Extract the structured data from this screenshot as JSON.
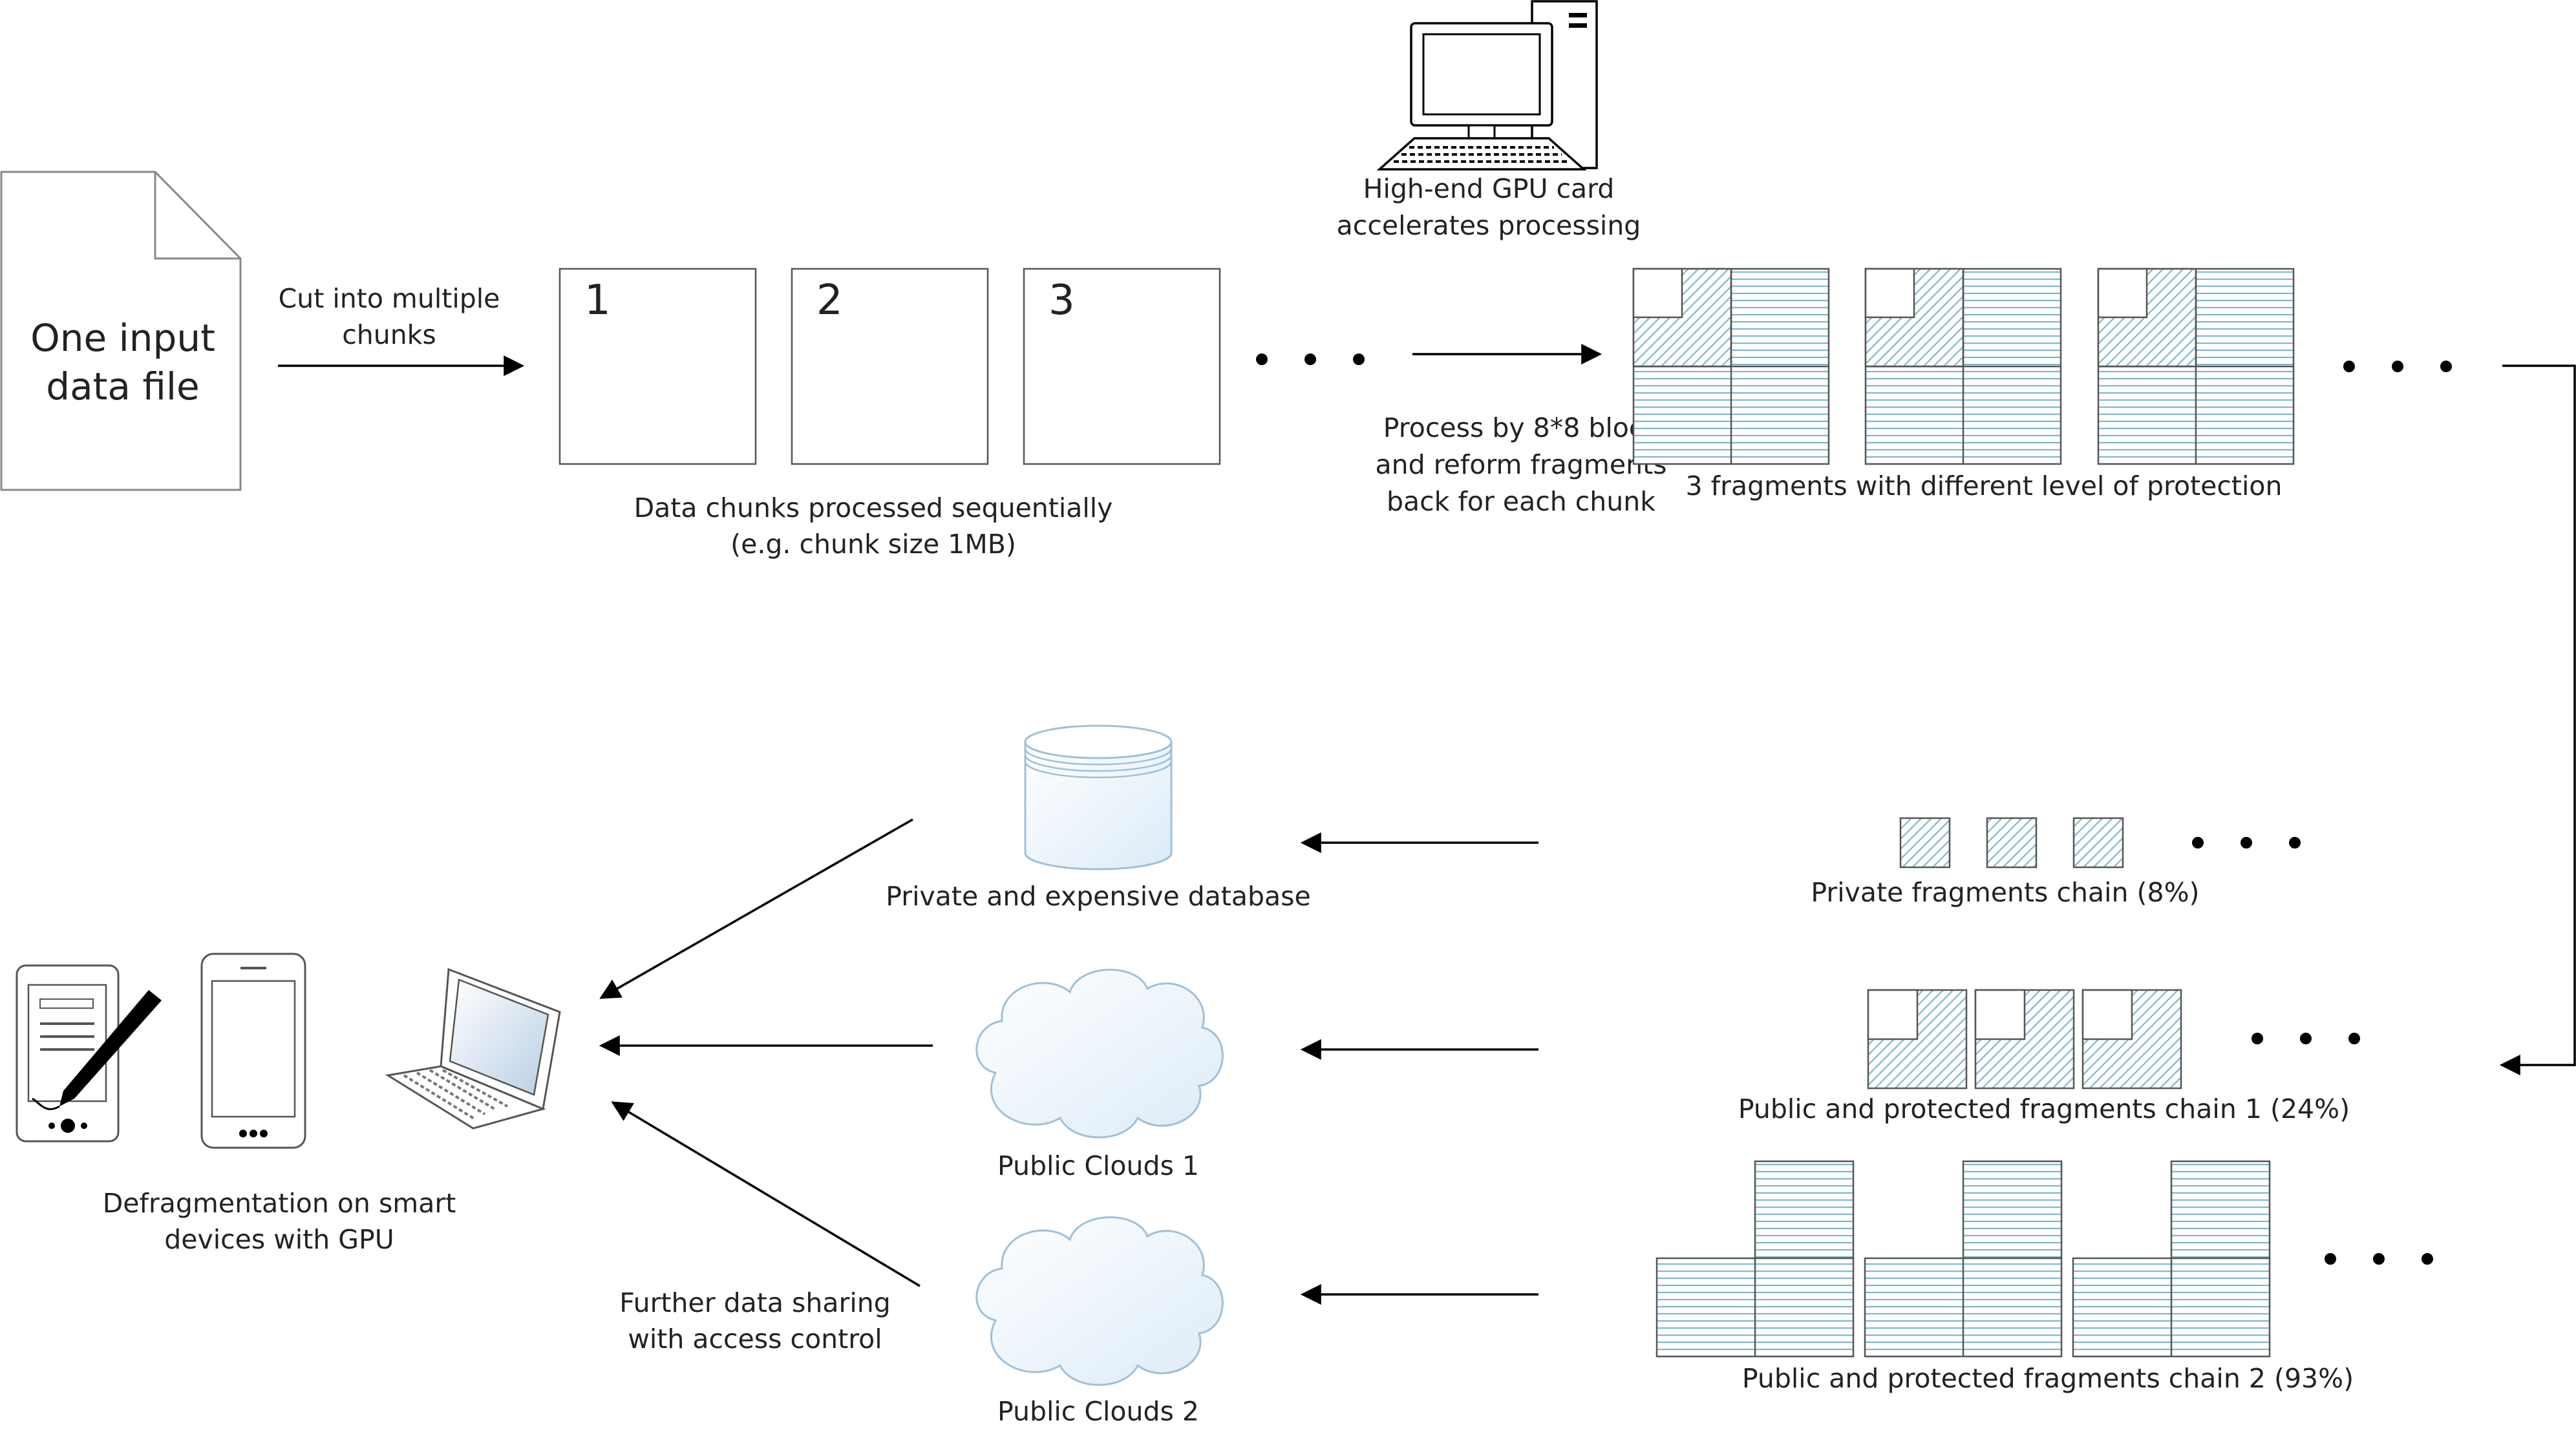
{
  "input_file": {
    "line1": "One input",
    "line2": "data file"
  },
  "cut_label": {
    "line1": "Cut into multiple",
    "line2": "chunks"
  },
  "chunks": [
    "1",
    "2",
    "3"
  ],
  "chunks_caption": {
    "line1": "Data chunks processed sequentially",
    "line2": "(e.g. chunk size 1MB)"
  },
  "gpu_label": {
    "line1": "High-end GPU card",
    "line2": "accelerates processing"
  },
  "process_label": {
    "line1": "Process by 8*8 block",
    "line2": "and reform fragments",
    "line3": "back for each chunk"
  },
  "fragments_caption": "3 fragments with different level of protection",
  "private_chain_label": "Private fragments chain (8%)",
  "public_chain1_label": "Public and protected fragments chain 1 (24%)",
  "public_chain2_label": "Public and protected fragments chain 2 (93%)",
  "database_label": "Private and expensive database",
  "cloud1_label": "Public Clouds 1",
  "cloud2_label": "Public Clouds 2",
  "sharing_label": {
    "line1": "Further data sharing",
    "line2": "with  access control"
  },
  "devices_label": {
    "line1": "Defragmentation on smart",
    "line2": "devices with GPU"
  },
  "icons": [
    "document-icon",
    "desktop-computer-icon",
    "database-icon",
    "cloud-icon",
    "tablet-stylus-icon",
    "smartphone-icon",
    "laptop-icon"
  ],
  "colors": {
    "hatch_blue": "#7fb8cc",
    "stroke_gray": "#555555",
    "cloud_fill": "#e8f2fa"
  }
}
